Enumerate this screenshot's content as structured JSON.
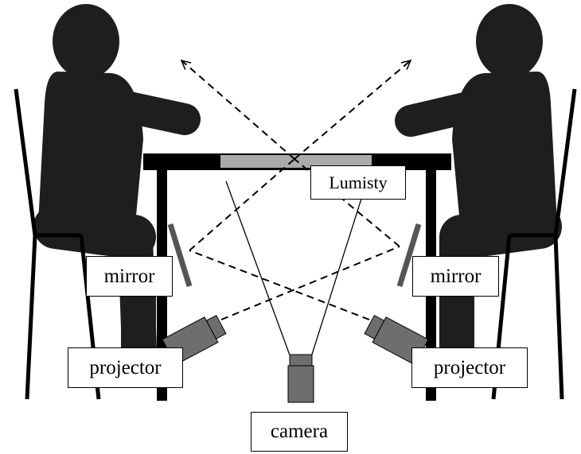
{
  "labels": {
    "lumisty": "Lumisty",
    "mirror_left": "mirror",
    "mirror_right": "mirror",
    "projector_left": "projector",
    "projector_right": "projector",
    "camera": "camera"
  },
  "colors": {
    "figure": "#1e1e1e",
    "furniture": "#000000",
    "lumisty_film": "#aaaaaa",
    "device": "#6e6e6e",
    "mirror": "#555555",
    "background": "#ffffff"
  }
}
